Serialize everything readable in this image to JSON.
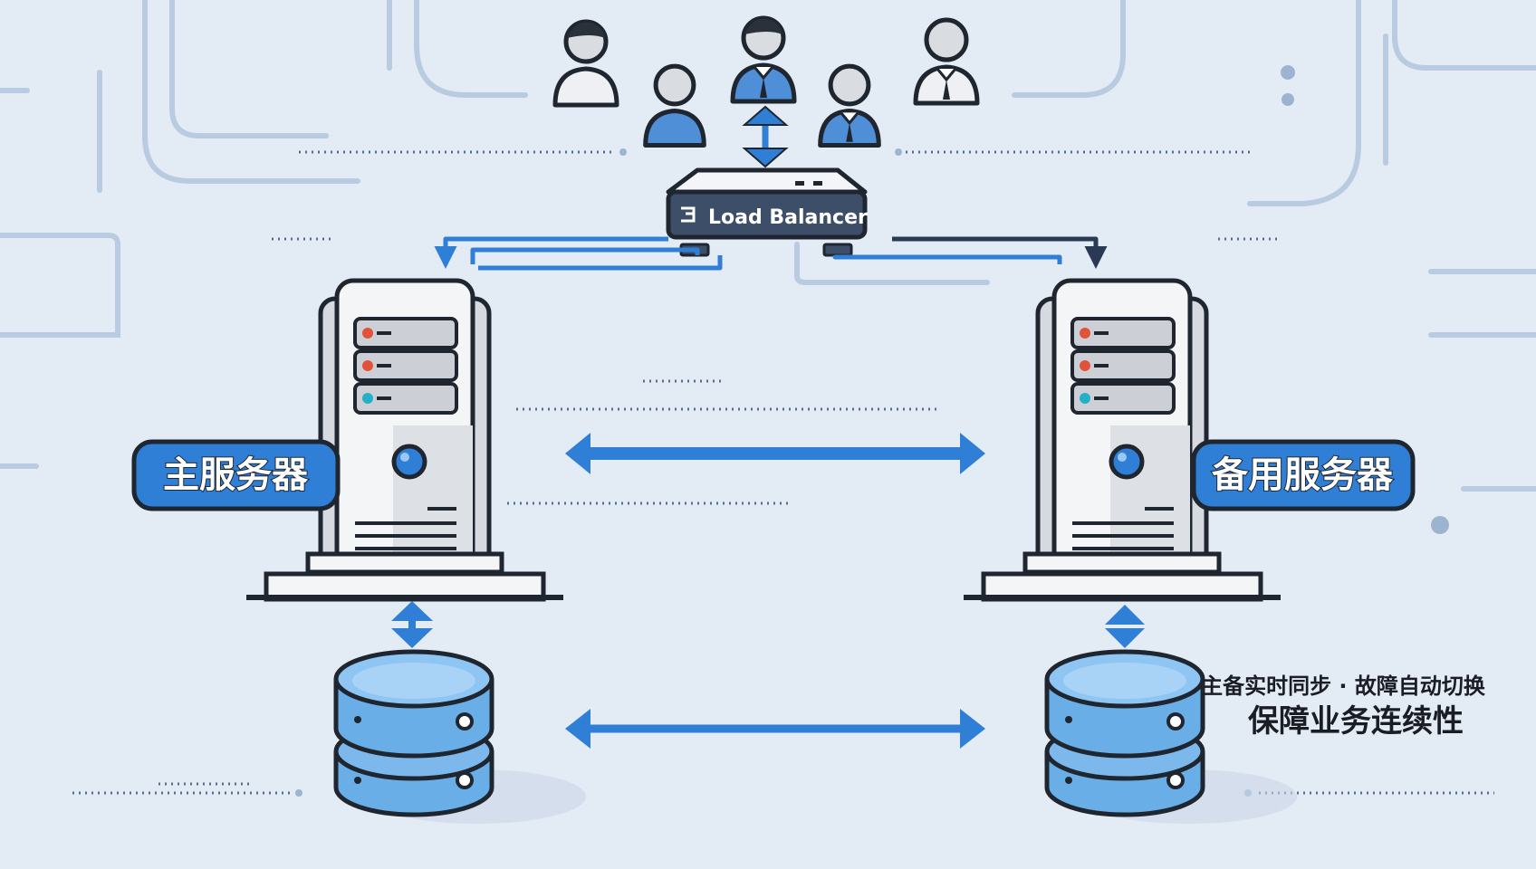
{
  "load_balancer": {
    "label": "Load Balancer"
  },
  "primary_server": {
    "label": "主服务器"
  },
  "backup_server": {
    "label": "备用服务器"
  },
  "caption": {
    "line1": "主备实时同步 · 故障自动切换",
    "line2": "保障业务连续性"
  },
  "colors": {
    "background": "#e3ebf4",
    "accent_blue": "#2f7fd6",
    "outline": "#1f2630",
    "server_body": "#f4f5f7",
    "database_blue": "#6aaee8",
    "led_red": "#e0523a",
    "led_cyan": "#25b0c8"
  }
}
